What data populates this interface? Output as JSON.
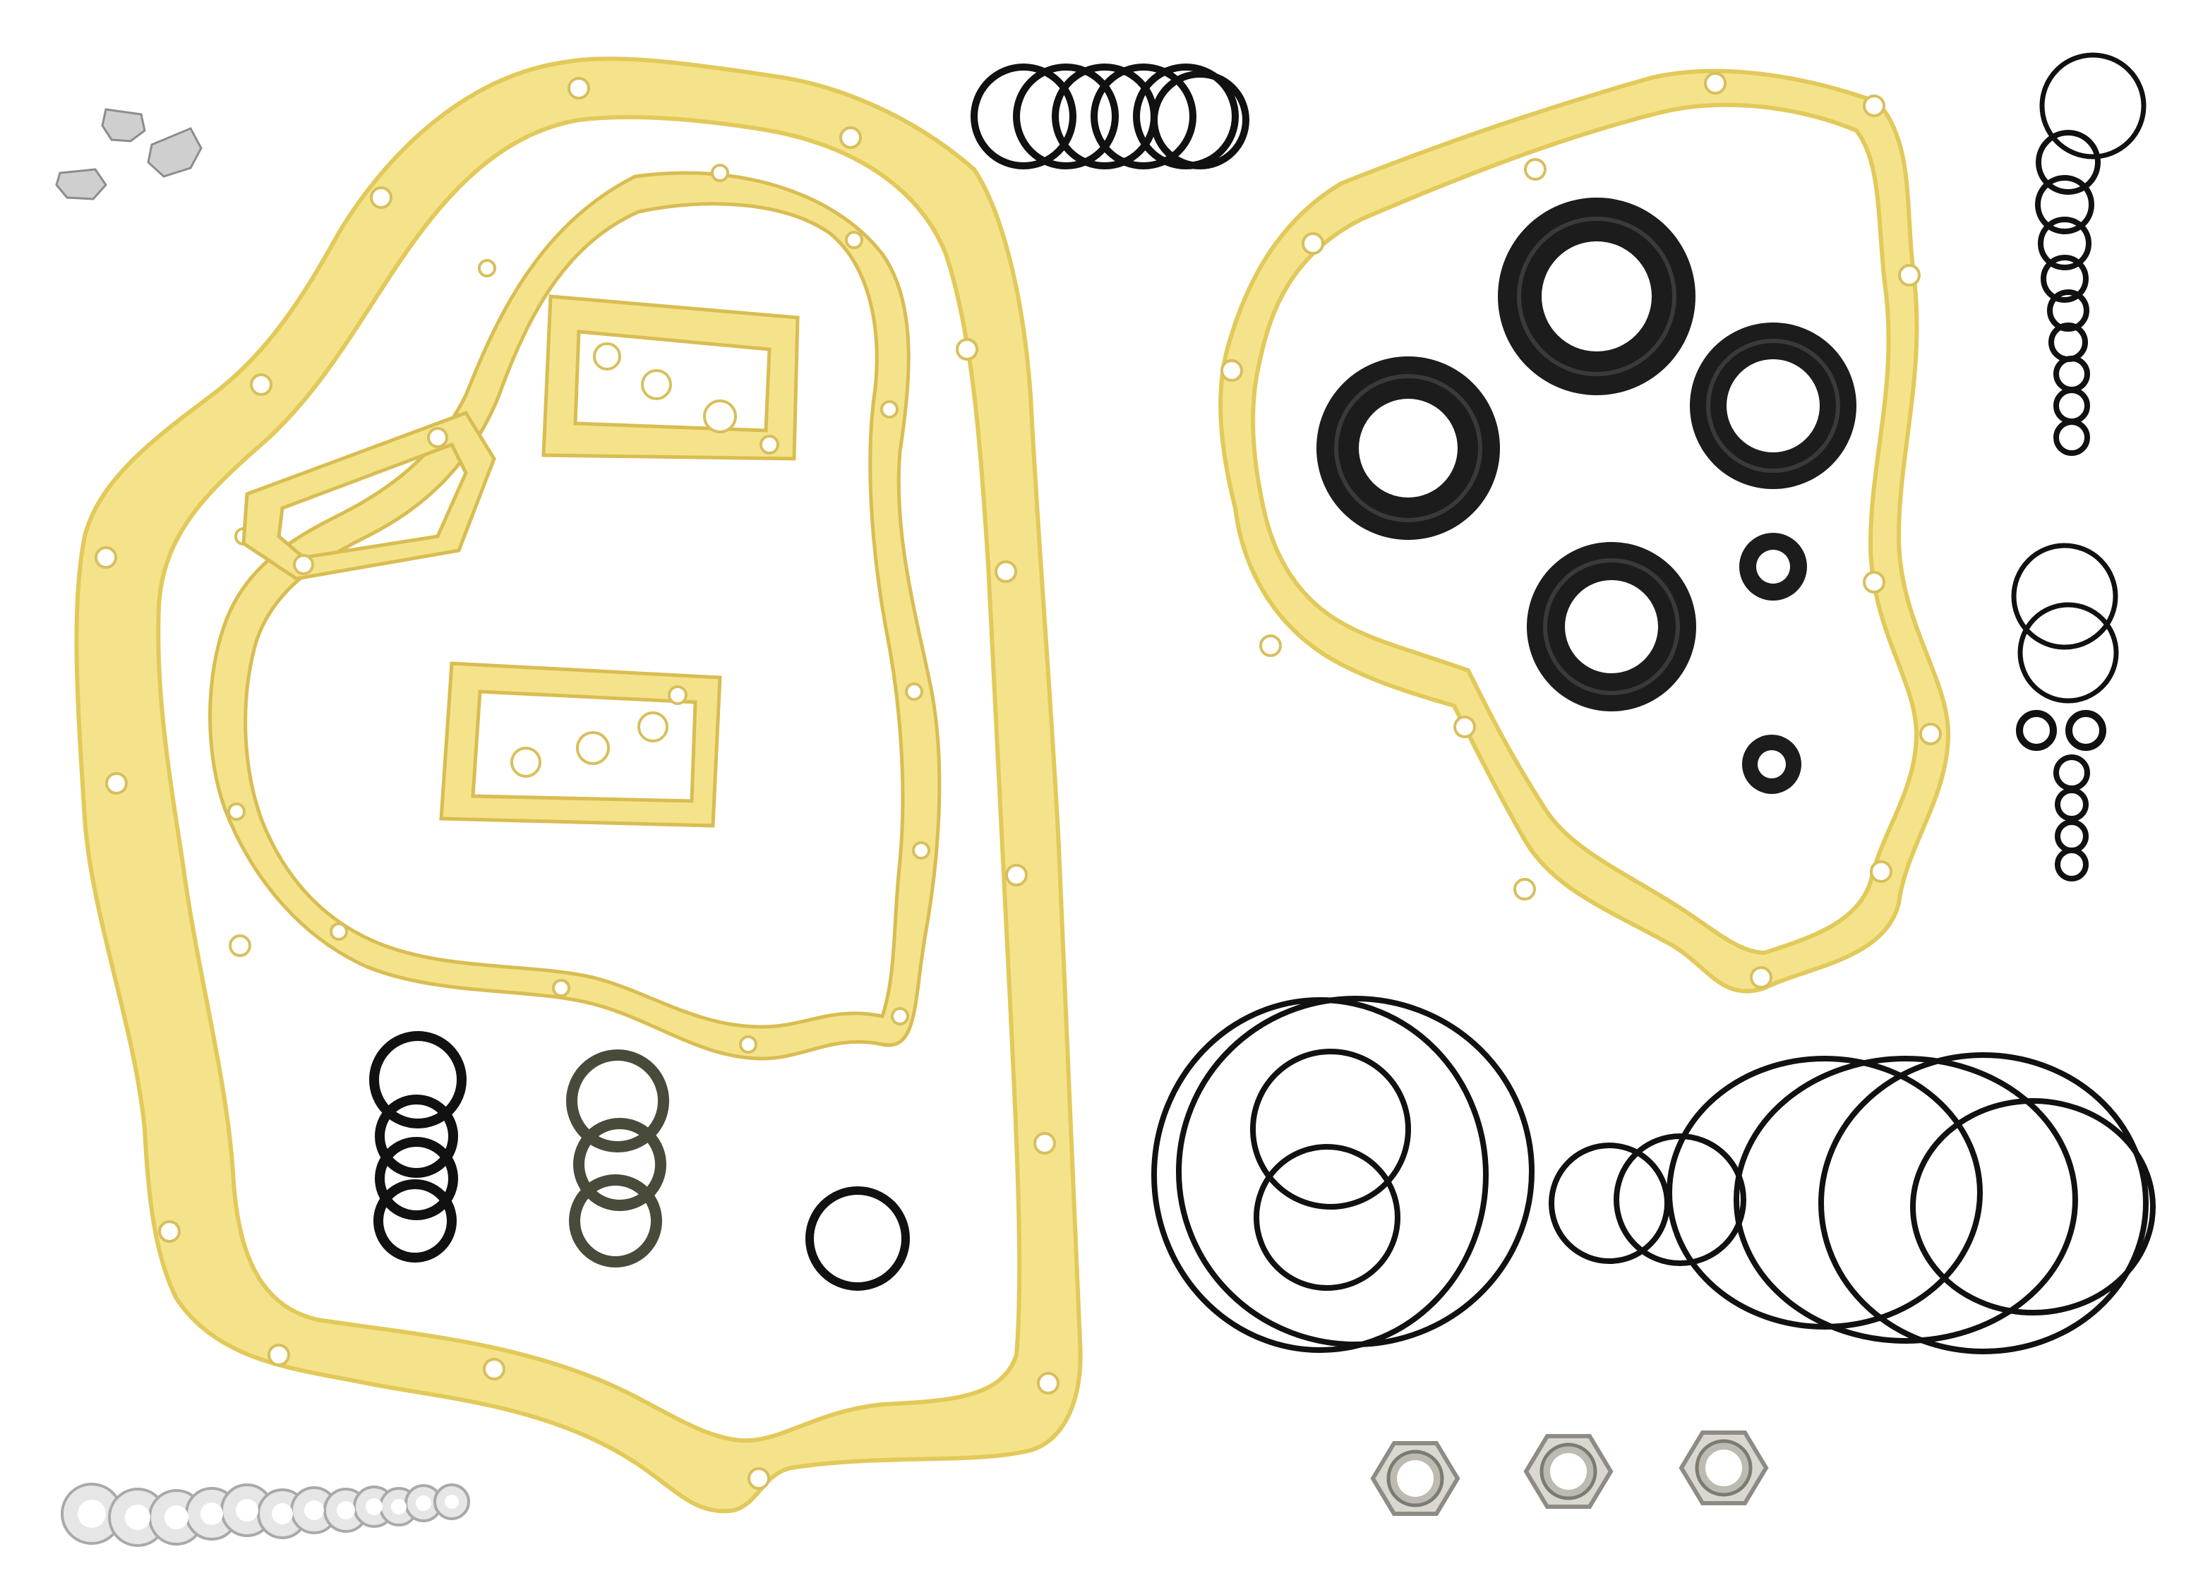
{
  "scene": {
    "background": "#ffffff",
    "gasket_color": "#f4e38a",
    "oring_color": "#111111",
    "metal_color": "#d9d7cf"
  },
  "parts": {
    "large_gaskets": 2,
    "small_plate_gaskets": 3,
    "oil_seals": 6,
    "hex_nuts": 3,
    "lock_clips": 3,
    "washers": 12,
    "large_o_rings": 10,
    "small_o_ring_stack": 14
  }
}
